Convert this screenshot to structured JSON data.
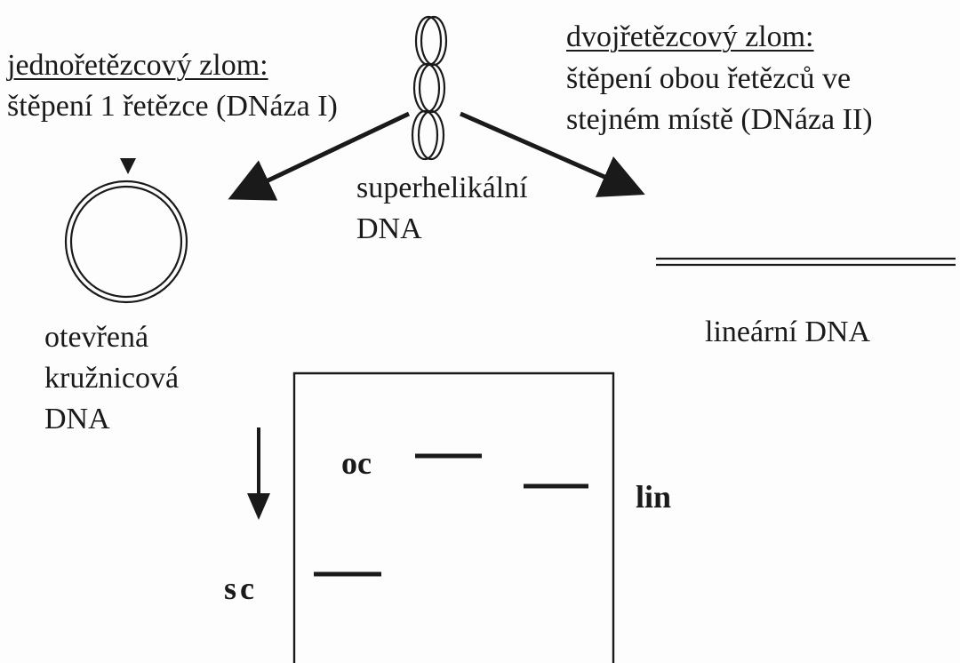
{
  "single_strand_break": {
    "title": "jednořetězcový zlom:",
    "description": "štěpení 1 řetězce (DNáza I)"
  },
  "double_strand_break": {
    "title": "dvojřetězcový zlom:",
    "description_line1": "štěpení obou řetězců ve",
    "description_line2": "stejném místě (DNáza II)"
  },
  "supercoiled": {
    "label_line1": "superhelikální",
    "label_line2": "DNA"
  },
  "open_circular": {
    "label_line1": "otevřená",
    "label_line2": "kružnicová",
    "label_line3": "DNA"
  },
  "linear": {
    "label": "lineární DNA"
  },
  "gel": {
    "band_oc": "oc",
    "band_lin": "lin",
    "band_sc": "sc"
  }
}
